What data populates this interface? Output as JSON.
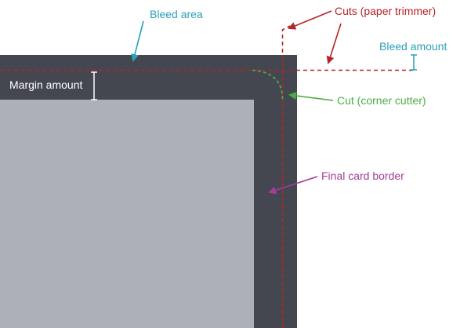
{
  "labels": {
    "bleed_area": "Bleed area",
    "cuts": "Cuts (paper trimmer)",
    "bleed_amount": "Bleed amount",
    "margin_amount": "Margin amount",
    "corner_cut": "Cut (corner cutter)",
    "final_border": "Final card border"
  },
  "colors": {
    "background": "#ffffff",
    "bleed_fill": "#444650",
    "card_fill": "#aeb0b9",
    "bleed_label": "#2a9fba",
    "cuts_label": "#b5242a",
    "margin_label": "#ffffff",
    "corner_label": "#4cae45",
    "final_label": "#a23e9a"
  }
}
